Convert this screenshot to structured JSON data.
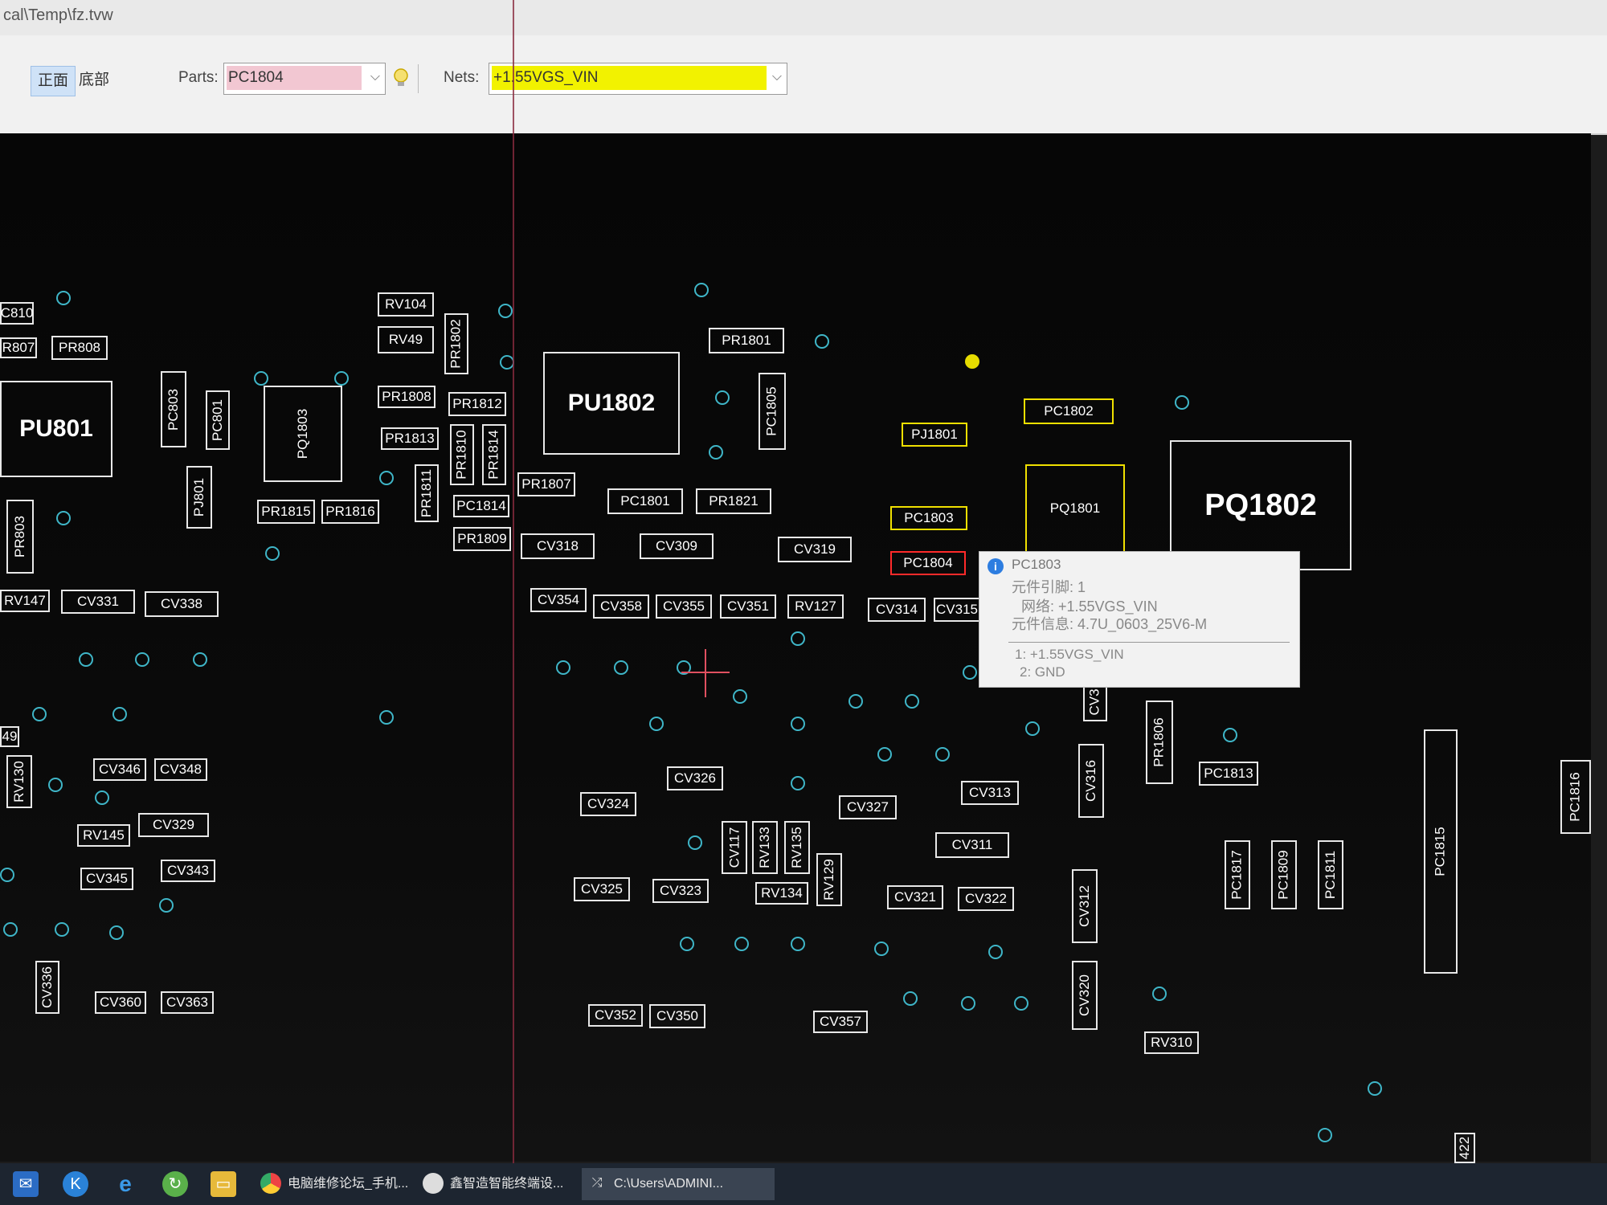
{
  "window": {
    "title_path": "cal\\Temp\\fz.tvw"
  },
  "toolbar": {
    "side_front": "正面",
    "side_bottom": "底部",
    "parts_label": "Parts:",
    "parts_value": "PC1804",
    "nets_label": "Nets:",
    "nets_value": "+1.55VGS_VIN"
  },
  "components": [
    {
      "name": "C810",
      "kind": "h"
    },
    {
      "name": "R807",
      "kind": "h"
    },
    {
      "name": "PR808",
      "kind": "h"
    },
    {
      "name": "PU801",
      "kind": "big"
    },
    {
      "name": "PC803",
      "kind": "v"
    },
    {
      "name": "PC801",
      "kind": "v"
    },
    {
      "name": "PJ801",
      "kind": "v"
    },
    {
      "name": "PR803",
      "kind": "v"
    },
    {
      "name": "PQ1803",
      "kind": "v"
    },
    {
      "name": "RV104",
      "kind": "h"
    },
    {
      "name": "RV49",
      "kind": "h"
    },
    {
      "name": "PR1802",
      "kind": "v"
    },
    {
      "name": "PR1808",
      "kind": "h"
    },
    {
      "name": "PR1812",
      "kind": "h"
    },
    {
      "name": "PR1813",
      "kind": "h"
    },
    {
      "name": "PR1810",
      "kind": "v"
    },
    {
      "name": "PR1814",
      "kind": "v"
    },
    {
      "name": "PR1811",
      "kind": "v"
    },
    {
      "name": "PR1815",
      "kind": "h"
    },
    {
      "name": "PR1816",
      "kind": "h"
    },
    {
      "name": "PC1814",
      "kind": "h"
    },
    {
      "name": "PR1809",
      "kind": "h"
    },
    {
      "name": "PR1807",
      "kind": "h"
    },
    {
      "name": "PU1802",
      "kind": "big"
    },
    {
      "name": "PR1801",
      "kind": "h"
    },
    {
      "name": "PC1805",
      "kind": "v"
    },
    {
      "name": "PC1801",
      "kind": "h"
    },
    {
      "name": "PR1821",
      "kind": "h"
    },
    {
      "name": "CV318",
      "kind": "h"
    },
    {
      "name": "CV309",
      "kind": "h"
    },
    {
      "name": "CV319",
      "kind": "h"
    },
    {
      "name": "PJ1801",
      "kind": "h"
    },
    {
      "name": "PC1802",
      "kind": "h"
    },
    {
      "name": "PQ1801",
      "kind": "h"
    },
    {
      "name": "PQ1802",
      "kind": "huge"
    },
    {
      "name": "PC1803",
      "kind": "h"
    },
    {
      "name": "PC1804",
      "kind": "h"
    },
    {
      "name": "RV147",
      "kind": "h"
    },
    {
      "name": "CV331",
      "kind": "h"
    },
    {
      "name": "CV338",
      "kind": "h"
    },
    {
      "name": "CV354",
      "kind": "h"
    },
    {
      "name": "CV358",
      "kind": "h"
    },
    {
      "name": "CV355",
      "kind": "h"
    },
    {
      "name": "CV351",
      "kind": "h"
    },
    {
      "name": "RV127",
      "kind": "h"
    },
    {
      "name": "CV314",
      "kind": "h"
    },
    {
      "name": "CV315",
      "kind": "h"
    },
    {
      "name": "49",
      "kind": "h"
    },
    {
      "name": "RV130",
      "kind": "v"
    },
    {
      "name": "CV346",
      "kind": "h"
    },
    {
      "name": "CV348",
      "kind": "h"
    },
    {
      "name": "RV145",
      "kind": "h"
    },
    {
      "name": "CV329",
      "kind": "h"
    },
    {
      "name": "CV345",
      "kind": "h"
    },
    {
      "name": "CV343",
      "kind": "h"
    },
    {
      "name": "CV326",
      "kind": "h"
    },
    {
      "name": "CV324",
      "kind": "h"
    },
    {
      "name": "CV327",
      "kind": "h"
    },
    {
      "name": "CV313",
      "kind": "h"
    },
    {
      "name": "CV311",
      "kind": "h"
    },
    {
      "name": "CV117",
      "kind": "v"
    },
    {
      "name": "RV133",
      "kind": "v"
    },
    {
      "name": "RV135",
      "kind": "v"
    },
    {
      "name": "RV129",
      "kind": "v"
    },
    {
      "name": "RV134",
      "kind": "h"
    },
    {
      "name": "CV325",
      "kind": "h"
    },
    {
      "name": "CV323",
      "kind": "h"
    },
    {
      "name": "CV321",
      "kind": "h"
    },
    {
      "name": "CV322",
      "kind": "h"
    },
    {
      "name": "CV3",
      "kind": "v"
    },
    {
      "name": "CV316",
      "kind": "v"
    },
    {
      "name": "PR1806",
      "kind": "v"
    },
    {
      "name": "PC1813",
      "kind": "h"
    },
    {
      "name": "PC1817",
      "kind": "v"
    },
    {
      "name": "PC1809",
      "kind": "v"
    },
    {
      "name": "PC1811",
      "kind": "v"
    },
    {
      "name": "PC1815",
      "kind": "v"
    },
    {
      "name": "PC1816",
      "kind": "v"
    },
    {
      "name": "CV312",
      "kind": "v"
    },
    {
      "name": "CV320",
      "kind": "v"
    },
    {
      "name": "CV336",
      "kind": "v"
    },
    {
      "name": "CV360",
      "kind": "h"
    },
    {
      "name": "CV363",
      "kind": "h"
    },
    {
      "name": "CV352",
      "kind": "h"
    },
    {
      "name": "CV350",
      "kind": "h"
    },
    {
      "name": "CV357",
      "kind": "h"
    },
    {
      "name": "RV310",
      "kind": "h"
    },
    {
      "name": "422",
      "kind": "v"
    }
  ],
  "tooltip": {
    "title": "PC1803",
    "pin_line": "元件引脚: 1",
    "net_line": "网络: +1.55VGS_VIN",
    "info_line": "元件信息: 4.7U_0603_25V6-M",
    "pin1": "1: +1.55VGS_VIN",
    "pin2": "2: GND"
  },
  "taskbar": {
    "task1": "电脑维修论坛_手机...",
    "task2": "鑫智造智能终端设...",
    "task3": "C:\\Users\\ADMINI..."
  },
  "colors": {
    "board_bg": "#0a0a0a",
    "outline": "#e8e8e8",
    "highlight_net": "#f0e000",
    "selected_part": "#ff2a2a",
    "via": "#3fb6c8"
  }
}
